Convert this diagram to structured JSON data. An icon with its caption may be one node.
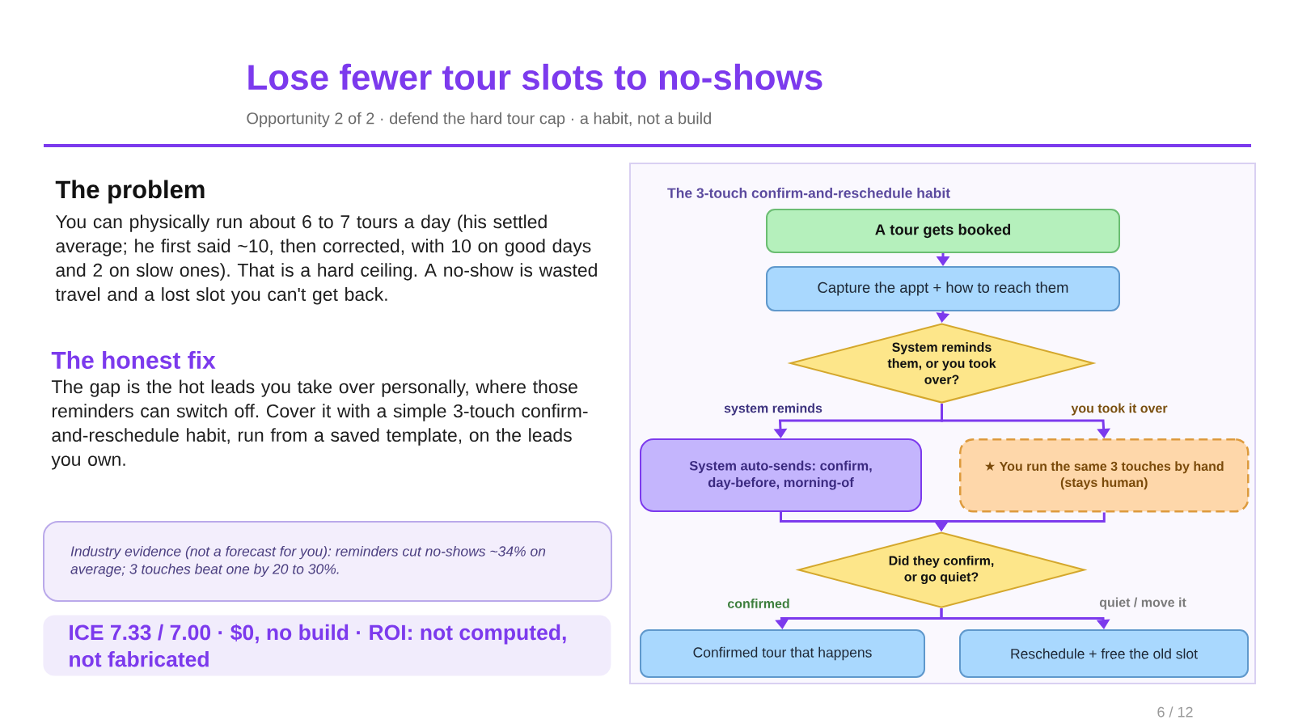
{
  "diagram": {
    "title": "Lose fewer tour slots to no-shows",
    "nodes": [
      {
        "text": [
          "Industry evidence (not a forecast for you): reminders cut no-shows ~34% on average; 3 touches beat one by 20 to 30%."
        ]
      },
      {
        "text": [
          "ICE 7.33 / 7.00 · $0, no build · ROI: not computed, not fabricated"
        ]
      },
      {
        "text": [
          "The 3-touch confirm-and-reschedule habit"
        ]
      },
      {
        "text": [
          "A tour gets booked"
        ],
        "in": 2
      },
      {
        "text": [
          "Capture the appt + how to reach them"
        ],
        "in": 2
      },
      {
        "text": [
          "System reminds them, or you took over?"
        ],
        "in": 2
      },
      {
        "text": [
          "System auto-sends: confirm, day-before, morning-of"
        ],
        "in": 2
      },
      {
        "text": [
          "★ You run the same 3 touches by hand (stays human)"
        ],
        "in": 2
      },
      {
        "text": [
          "Did they confirm, or go quiet?"
        ],
        "in": 2
      },
      {
        "text": [
          "Confirmed tour that happens"
        ],
        "in": 2
      },
      {
        "text": [
          "Reschedule + free the old slot"
        ],
        "in": 2
      }
    ],
    "edges": [
      {
        "from": 3,
        "to": 4,
        "arrow": "to"
      },
      {
        "from": 4,
        "to": 5,
        "arrow": "to"
      },
      {
        "from": 5,
        "to": 6,
        "arrow": "to",
        "label": "system reminds"
      },
      {
        "from": 5,
        "to": 7,
        "arrow": "to",
        "label": "you took it over"
      },
      {
        "from": 6,
        "to": 8,
        "arrow": "to"
      },
      {
        "from": 7,
        "to": 8,
        "arrow": "to"
      },
      {
        "from": 8,
        "to": 9,
        "arrow": "to",
        "label": "confirmed"
      },
      {
        "from": 8,
        "to": 10,
        "arrow": "to",
        "label": "quiet / move it"
      }
    ],
    "labels": [
      "Opportunity 2 of 2 · defend the hard tour cap · a habit, not a build",
      "The problem",
      "You can physically run about 6 to 7 tours a day (his settled average; he first said ~10, then corrected, with 10 on good days and 2 on slow ones). That is a hard ceiling. A no-show is wasted travel and a lost slot you can't get back.",
      "The honest fix",
      "The gap is the hot leads you take over personally, where those reminders can switch off. Cover it with a simple 3-touch confirm-and-reschedule habit, run from a saved template, on the leads you own.",
      "6 / 12"
    ]
  }
}
